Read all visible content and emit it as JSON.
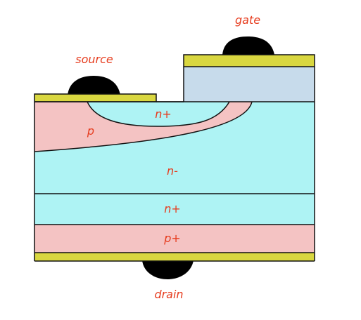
{
  "labels": {
    "gate": "gate",
    "source": "source",
    "drain": "drain",
    "n_plus_well": "n+",
    "p_body": "p",
    "n_minus": "n-",
    "n_plus_layer": "n+",
    "p_plus_layer": "p+"
  },
  "colors": {
    "metal": "#d9d740",
    "oxide": "#c7dbeb",
    "n_region": "#aef3f4",
    "p_region": "#f4c3c3",
    "contact": "#000000",
    "label_text": "#e63c1e",
    "outline": "#111111"
  }
}
